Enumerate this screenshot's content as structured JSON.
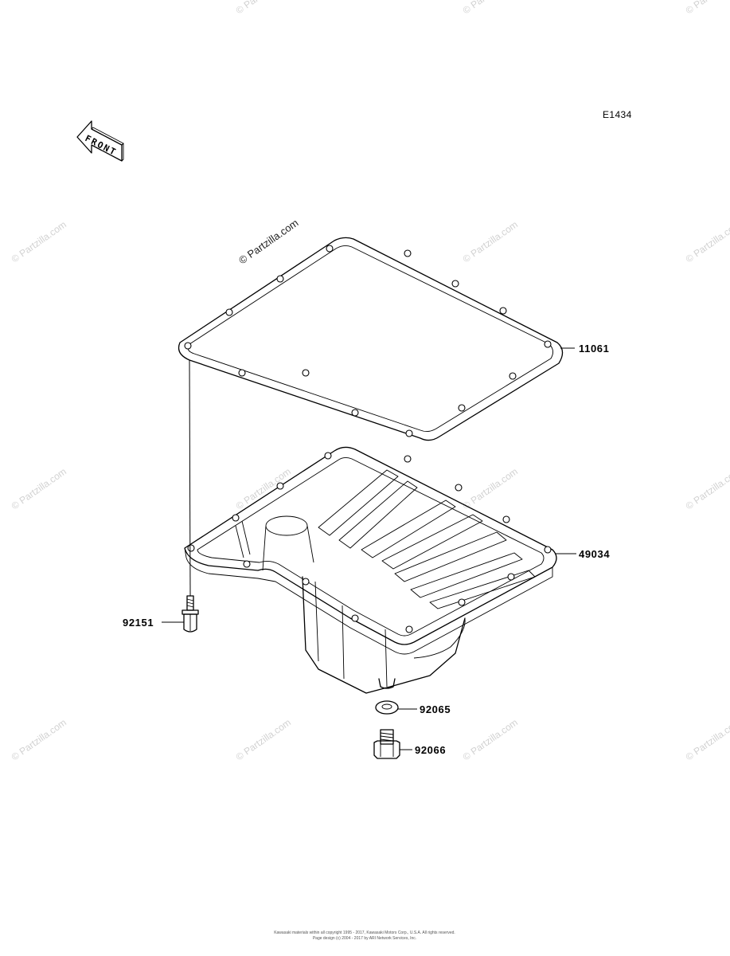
{
  "diagram": {
    "code": "E1434",
    "front_label": "FRONT",
    "watermark_text": "© Partzilla.com",
    "parts": [
      {
        "number": "11061"
      },
      {
        "number": "49034"
      },
      {
        "number": "92151"
      },
      {
        "number": "92065"
      },
      {
        "number": "92066"
      }
    ],
    "footer": [
      "Kawasaki materials within all copyright 1995 - 2017, Kawasaki Motors Corp., U.S.A. All rights reserved.",
      "Page design (c) 2004 - 2017 by ARI Network Services, Inc."
    ]
  }
}
